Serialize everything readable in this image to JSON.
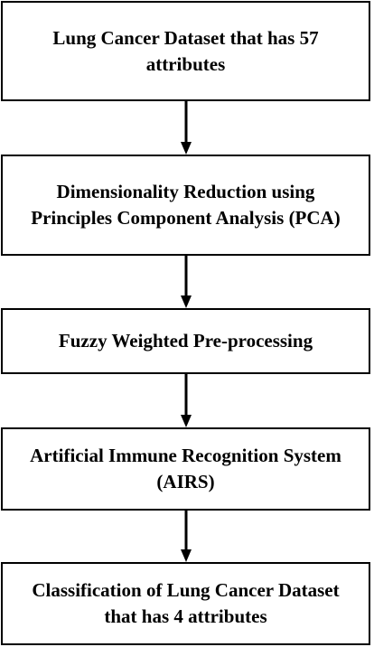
{
  "diagram": {
    "type": "flowchart",
    "steps": [
      {
        "id": "step-1",
        "label": "Lung Cancer Dataset that has 57 attributes"
      },
      {
        "id": "step-2",
        "label": "Dimensionality Reduction using Principles Component Analysis (PCA)"
      },
      {
        "id": "step-3",
        "label": "Fuzzy Weighted Pre-processing"
      },
      {
        "id": "step-4",
        "label": "Artificial Immune Recognition System (AIRS)"
      },
      {
        "id": "step-5",
        "label": "Classification of Lung Cancer Dataset that has 4 attributes"
      }
    ],
    "edges": [
      {
        "from": "step-1",
        "to": "step-2"
      },
      {
        "from": "step-2",
        "to": "step-3"
      },
      {
        "from": "step-3",
        "to": "step-4"
      },
      {
        "from": "step-4",
        "to": "step-5"
      }
    ],
    "colors": {
      "stroke": "#000000",
      "fill": "#ffffff",
      "text": "#000000"
    }
  }
}
